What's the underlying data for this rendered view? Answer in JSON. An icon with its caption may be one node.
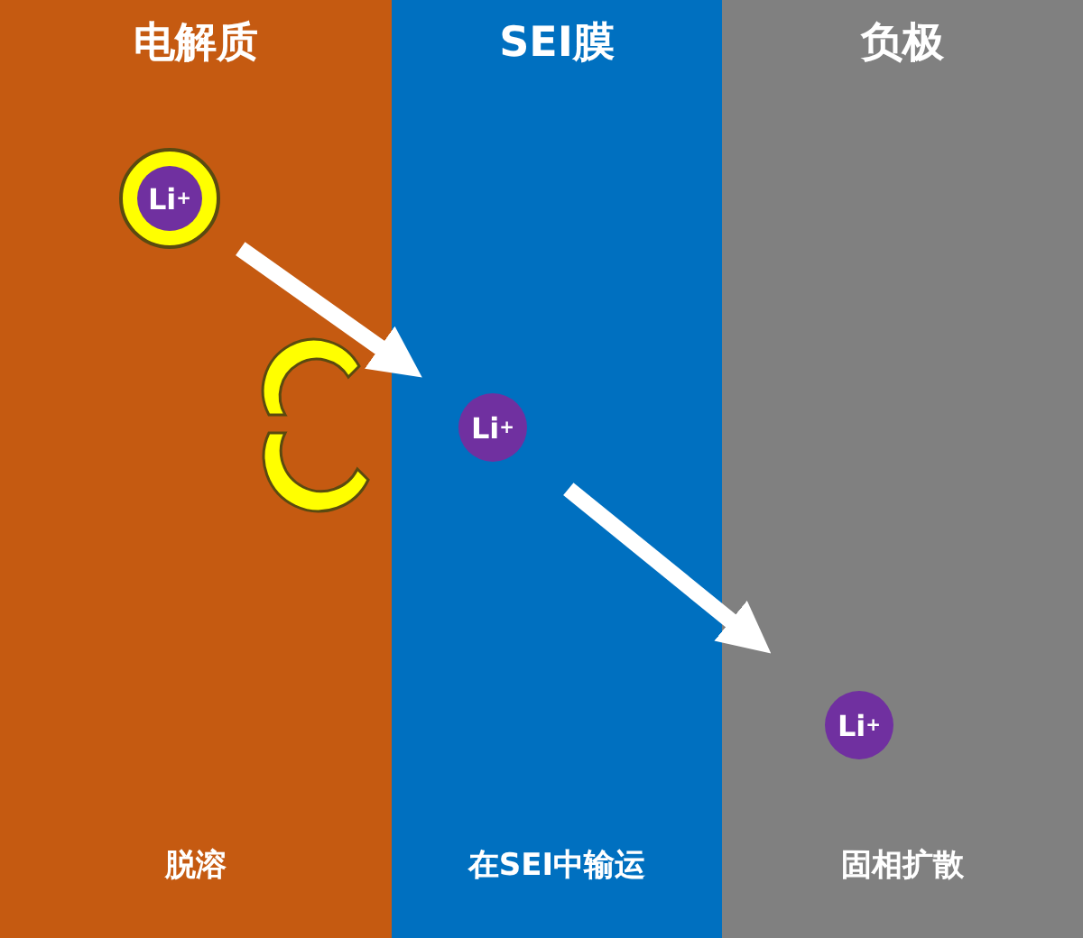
{
  "diagram": {
    "nodes": [
      {
        "text": [
          "电解质",
          "脱溶"
        ]
      },
      {
        "text": [
          "SEI膜",
          "在SEI中输运"
        ]
      },
      {
        "text": [
          "负极",
          "固相扩散"
        ]
      },
      {
        "text": [
          "Li$^{+}$"
        ],
        "in": 0
      },
      {
        "text": [
          "Li$^{+}$"
        ],
        "in": 1
      },
      {
        "text": [
          "Li$^{+}$"
        ],
        "in": 2
      }
    ],
    "edges": [
      {
        "from": 3,
        "to": 4,
        "arrow": "to"
      },
      {
        "from": 4,
        "to": 5,
        "arrow": "to"
      }
    ]
  }
}
